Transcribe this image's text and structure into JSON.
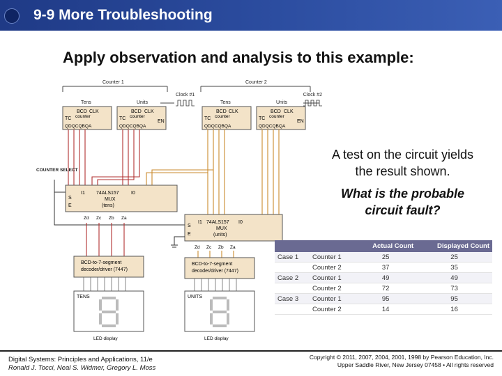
{
  "header": {
    "title": "9-9 More Troubleshooting"
  },
  "subtitle": "Apply observation and analysis to this example:",
  "diagram": {
    "counter1": "Counter 1",
    "counter2": "Counter 2",
    "tens": "Tens",
    "units": "Units",
    "clock1": "Clock #1",
    "clock2": "Clock #2",
    "bcd": "BCD",
    "counter_word": "counter",
    "clk": "CLK",
    "tc": "TC",
    "en": "EN",
    "outputs": "QDQCQBQA",
    "counter_select": "COUNTER SELECT",
    "mux_tens_chip": "74ALS157",
    "mux_word": "MUX",
    "mux_tens_label": "(tens)",
    "mux_units_label": "(units)",
    "i1": "I1",
    "i0": "I0",
    "s": "S",
    "e": "E",
    "z_labels": [
      "Zd",
      "Zc",
      "Zb",
      "Za"
    ],
    "decoder_line1": "BCD-to-7-segment",
    "decoder_line2": "decoder/driver (7447)",
    "tens_display": "TENS",
    "units_display": "UNITS",
    "led_display": "LED display"
  },
  "result_text": "A test on the circuit yields the result shown.",
  "question": "What is the probable circuit fault?",
  "table": {
    "headers": [
      "",
      "",
      "Actual Count",
      "Displayed Count"
    ],
    "rows": [
      [
        "Case 1",
        "Counter 1",
        "25",
        "25"
      ],
      [
        "",
        "Counter 2",
        "37",
        "35"
      ],
      [
        "Case 2",
        "Counter 1",
        "49",
        "49"
      ],
      [
        "",
        "Counter 2",
        "72",
        "73"
      ],
      [
        "Case 3",
        "Counter 1",
        "95",
        "95"
      ],
      [
        "",
        "Counter 2",
        "14",
        "16"
      ]
    ]
  },
  "footer": {
    "book": "Digital Systems: Principles and Applications, 11/e",
    "authors": "Ronald J. Tocci, Neal S. Widmer, Gregory L. Moss",
    "copyright": "Copyright © 2011, 2007, 2004, 2001, 1998 by Pearson Education, Inc.",
    "publisher": "Upper Saddle River, New Jersey 07458 • All rights reserved"
  },
  "colors": {
    "header": "#2c4da0",
    "chip": "#f3e3c8",
    "wire": "#b13030",
    "segment": "#bbbbbb"
  }
}
